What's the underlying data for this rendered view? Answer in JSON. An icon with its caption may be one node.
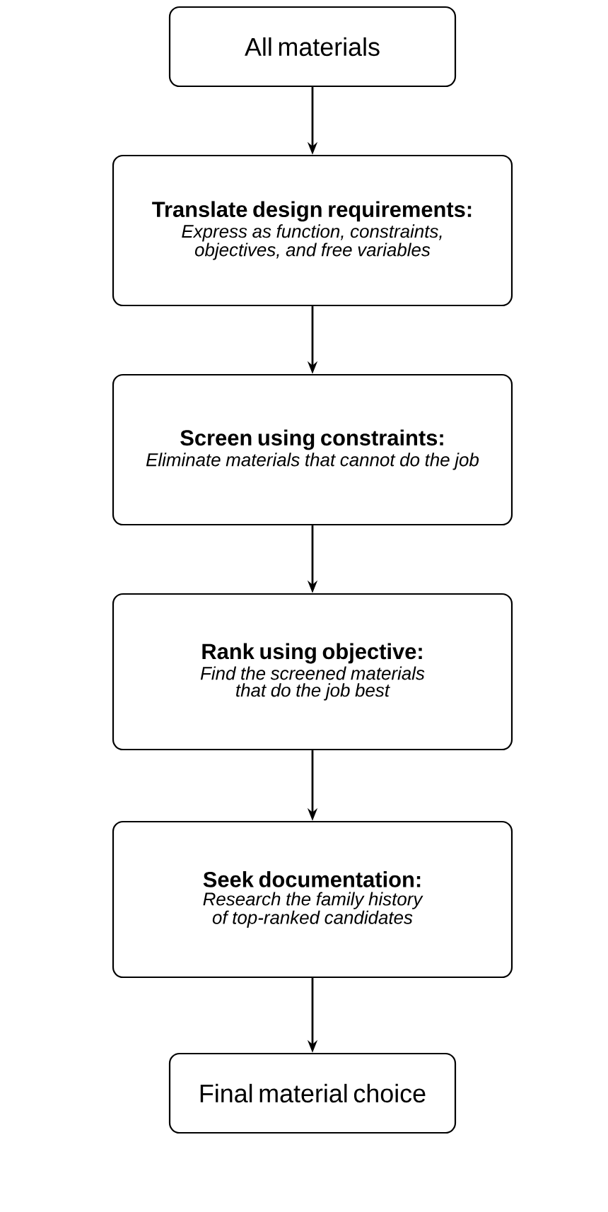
{
  "diagram": {
    "nodes": [
      {
        "text": [
          "All materials"
        ]
      },
      {
        "text": [
          "Translate design requirements:",
          "Express as function, constraints, objectives, and free variables"
        ]
      },
      {
        "text": [
          "Screen using constraints:",
          "Eliminate materials that cannot do the job"
        ]
      },
      {
        "text": [
          "Rank using objective:",
          "Find the screened materials that do the job best"
        ]
      },
      {
        "text": [
          "Seek documentation:",
          "Research the family history of top-ranked candidates"
        ]
      },
      {
        "text": [
          "Final material choice"
        ]
      }
    ],
    "edges": [
      {
        "from": 0,
        "to": 1,
        "arrow": "to"
      },
      {
        "from": 1,
        "to": 2,
        "arrow": "to"
      },
      {
        "from": 2,
        "to": 3,
        "arrow": "to"
      },
      {
        "from": 3,
        "to": 4,
        "arrow": "to"
      },
      {
        "from": 4,
        "to": 5,
        "arrow": "to"
      }
    ]
  }
}
